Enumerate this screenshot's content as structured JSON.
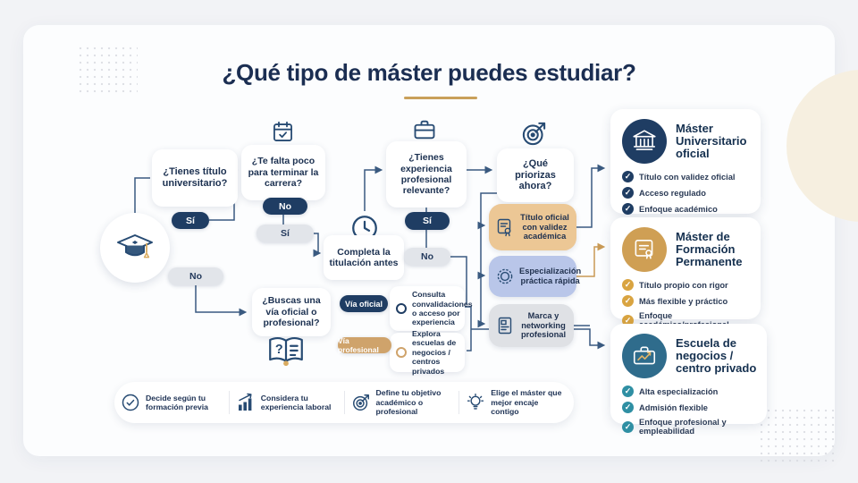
{
  "title": {
    "text": "¿Qué tipo de máster puedes estudiar?"
  },
  "flow": {
    "q_titulo": {
      "label": "¿Tienes título universitario?",
      "si": "Sí",
      "no": "No"
    },
    "q_carrera": {
      "label": "¿Te falta poco para terminar la carrera?",
      "no": "No",
      "si": "Sí"
    },
    "completa": {
      "label": "Completa la titulación antes"
    },
    "q_experiencia": {
      "label": "¿Tienes experiencia profesional relevante?",
      "si": "Sí",
      "no": "No"
    },
    "q_prioriza": {
      "label": "¿Qué priorizas ahora?"
    },
    "prioridades": [
      {
        "label": "Título oficial con validez académica",
        "icon": "certificate-icon",
        "color": "#ecc795"
      },
      {
        "label": "Especialización práctica rápida",
        "icon": "medal-icon",
        "color": "#b9c6e9"
      },
      {
        "label": "Marca y networking profesional",
        "icon": "profile-card-icon",
        "color": "#dfe1e5"
      }
    ],
    "q_via": {
      "label": "¿Buscas una vía oficial o profesional?",
      "oficial": "Vía oficial",
      "profesional": "Vía profesional"
    },
    "consulta": {
      "label": "Consulta convalidaciones o acceso por experiencia"
    },
    "explora": {
      "label": "Explora escuelas de negocios / centros privados"
    }
  },
  "paneles": [
    {
      "title": "Máster Universitario oficial",
      "icon": "university-icon",
      "accent": "#1f3d63",
      "items": [
        "Título con validez oficial",
        "Acceso regulado",
        "Enfoque académico"
      ]
    },
    {
      "title": "Máster de Formación Permanente",
      "icon": "diploma-icon",
      "accent": "#cf9f54",
      "items": [
        "Título propio con rigor",
        "Más flexible y práctico",
        "Enfoque académico/profesional"
      ]
    },
    {
      "title": "Escuela de negocios / centro privado",
      "icon": "briefcase-growth-icon",
      "accent": "#2f6c8c",
      "items": [
        "Alta especialización",
        "Admisión flexible",
        "Enfoque profesional y empleabilidad"
      ]
    }
  ],
  "footer": [
    {
      "label": "Decide según tu formación previa",
      "icon": "check-circle-icon"
    },
    {
      "label": "Considera tu experiencia laboral",
      "icon": "bar-chart-icon"
    },
    {
      "label": "Define tu objetivo académico o profesional",
      "icon": "target-icon"
    },
    {
      "label": "Elige el máster que mejor encaje contigo",
      "icon": "lightbulb-icon"
    }
  ],
  "colors": {
    "navy": "#1f3d63",
    "gold": "#c99a55",
    "teal": "#2f6c8c",
    "tan": "#ecc795",
    "periwinkle": "#b9c6e9",
    "gray": "#dfe1e5"
  }
}
